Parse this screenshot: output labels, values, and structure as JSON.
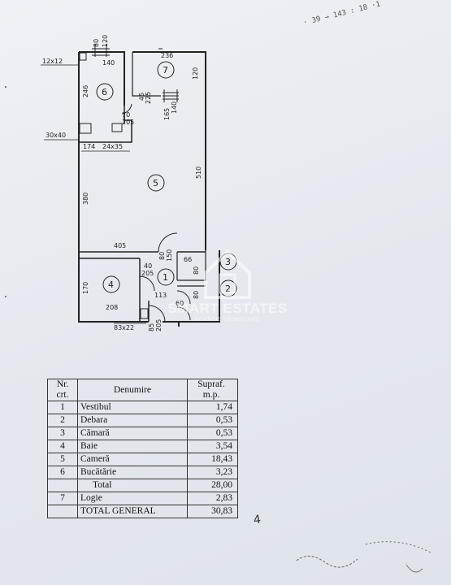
{
  "header_scribble": "· 39 → 143 : 18 ·1",
  "plan": {
    "dimensions": {
      "d80": "80",
      "d120": "120",
      "d140": "140",
      "d236": "236",
      "d120b": "120",
      "d246": "246",
      "d12x12": "12x12",
      "d45": "45",
      "d225": "225",
      "d70": "70",
      "d205": "205",
      "d165": "165",
      "d140b": "140",
      "d30x40": "30x40",
      "d174": "174",
      "d24x35": "24x35",
      "d380": "380",
      "d510": "510",
      "d405": "405",
      "d80b": "80",
      "d150": "150",
      "d66": "66",
      "d40": "40",
      "d205b": "205",
      "d170": "170",
      "d113": "113",
      "d80c": "80",
      "d80d": "80",
      "d208": "208",
      "d83x22": "83x22",
      "d85": "85",
      "d205c": "205",
      "d60": "60"
    },
    "rooms": [
      {
        "number": "1"
      },
      {
        "number": "2"
      },
      {
        "number": "3"
      },
      {
        "number": "4"
      },
      {
        "number": "5"
      },
      {
        "number": "6"
      },
      {
        "number": "7"
      }
    ]
  },
  "watermark": {
    "brand": "SMART ESTATES",
    "tagline": "AGENTIE IMOBILIARE"
  },
  "legend": {
    "headers": {
      "nr": "Nr.",
      "crt": "crt.",
      "name": "Denumire",
      "area": "Supraf.",
      "unit": "m.p."
    },
    "rows": [
      {
        "nr": "1",
        "name": "Vestibul",
        "area": "1,74"
      },
      {
        "nr": "2",
        "name": "Debara",
        "area": "0,53"
      },
      {
        "nr": "3",
        "name": "Cămară",
        "area": "0,53"
      },
      {
        "nr": "4",
        "name": "Baie",
        "area": "3,54"
      },
      {
        "nr": "5",
        "name": "Cameră",
        "area": "18,43"
      },
      {
        "nr": "6",
        "name": "Bucătărie",
        "area": "3,23"
      },
      {
        "nr": "",
        "name": "Total",
        "area": "28,00"
      },
      {
        "nr": "7",
        "name": "Logie",
        "area": "2,83"
      },
      {
        "nr": "",
        "name": "TOTAL GENERAL",
        "area": "30,83"
      }
    ]
  },
  "margin_mark": "4"
}
